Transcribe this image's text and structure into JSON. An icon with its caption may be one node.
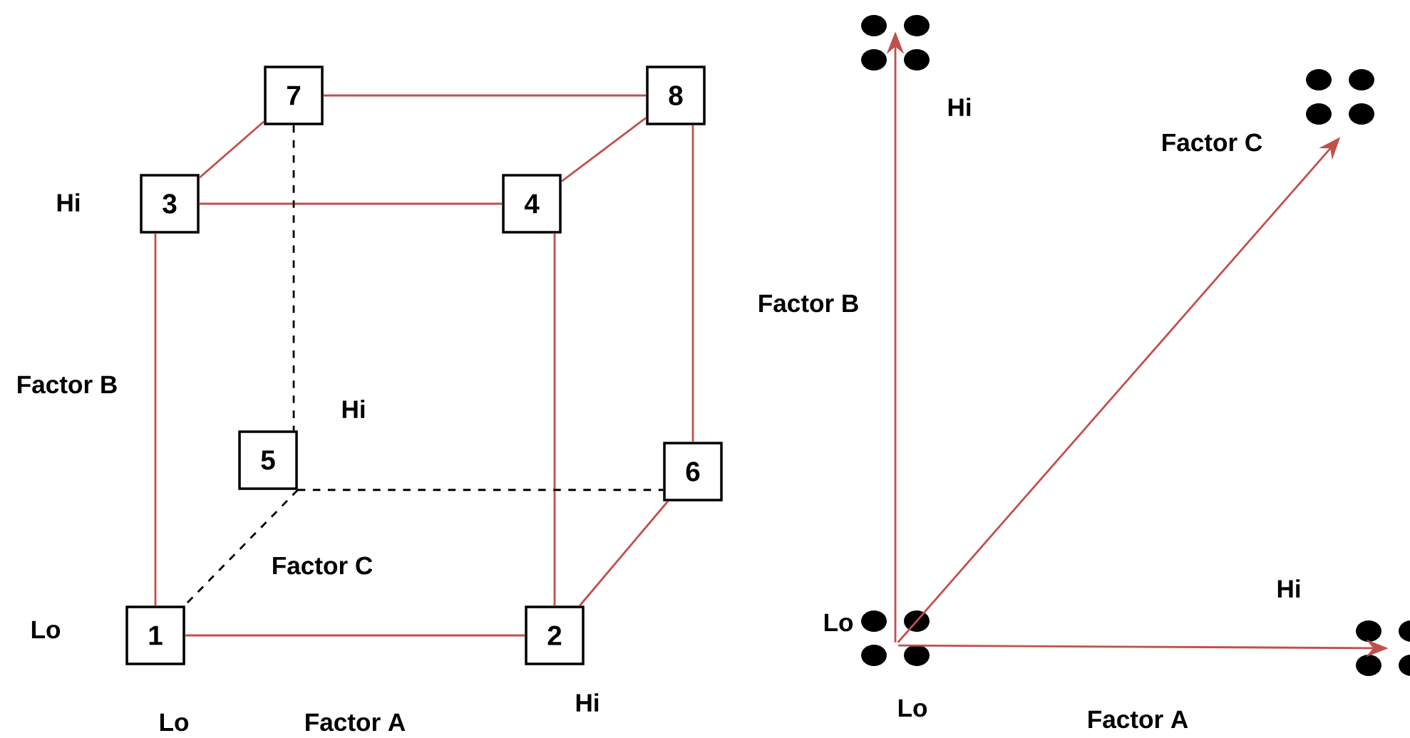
{
  "diagram": {
    "nodes": [
      {
        "text": [
          "7"
        ]
      },
      {
        "text": [
          "8"
        ]
      },
      {
        "text": [
          "3"
        ]
      },
      {
        "text": [
          "4"
        ]
      },
      {
        "text": [
          "5"
        ]
      },
      {
        "text": [
          "6"
        ]
      },
      {
        "text": [
          "1"
        ]
      },
      {
        "text": [
          "2"
        ]
      },
      {
        "text": [],
        "shape": "dots"
      },
      {
        "text": [],
        "shape": "dots"
      },
      {
        "text": [],
        "shape": "dots"
      },
      {
        "text": [],
        "shape": "dots"
      }
    ],
    "edges": [
      {
        "from": 0,
        "to": 1,
        "arrow": "none"
      },
      {
        "from": 0,
        "to": 2,
        "arrow": "none"
      },
      {
        "from": 1,
        "to": 3,
        "arrow": "none"
      },
      {
        "from": 2,
        "to": 3,
        "arrow": "none"
      },
      {
        "from": 1,
        "to": 5,
        "arrow": "none"
      },
      {
        "from": 0,
        "to": 4,
        "arrow": "none",
        "style": "dashed",
        "color": "#000000"
      },
      {
        "from": 2,
        "to": 6,
        "arrow": "none"
      },
      {
        "from": 3,
        "to": 7,
        "arrow": "none"
      },
      {
        "from": 4,
        "to": 5,
        "arrow": "none",
        "style": "dashed",
        "color": "#000000"
      },
      {
        "from": 4,
        "to": 6,
        "arrow": "none",
        "style": "dashed",
        "color": "#000000"
      },
      {
        "from": 6,
        "to": 7,
        "arrow": "none"
      },
      {
        "from": 7,
        "to": 5,
        "arrow": "none"
      },
      {
        "from": 10,
        "to": 8,
        "arrow": "to"
      },
      {
        "from": 10,
        "to": 9,
        "arrow": "to"
      },
      {
        "from": 10,
        "to": 11,
        "arrow": "to"
      }
    ],
    "labels": [
      "Hi",
      "Factor B",
      "Hi",
      "Lo",
      "Factor C",
      "Lo",
      "Factor A",
      "Hi",
      "Hi",
      "Factor C",
      "Factor B",
      "Hi",
      "Lo",
      "Lo",
      "Factor A"
    ]
  }
}
